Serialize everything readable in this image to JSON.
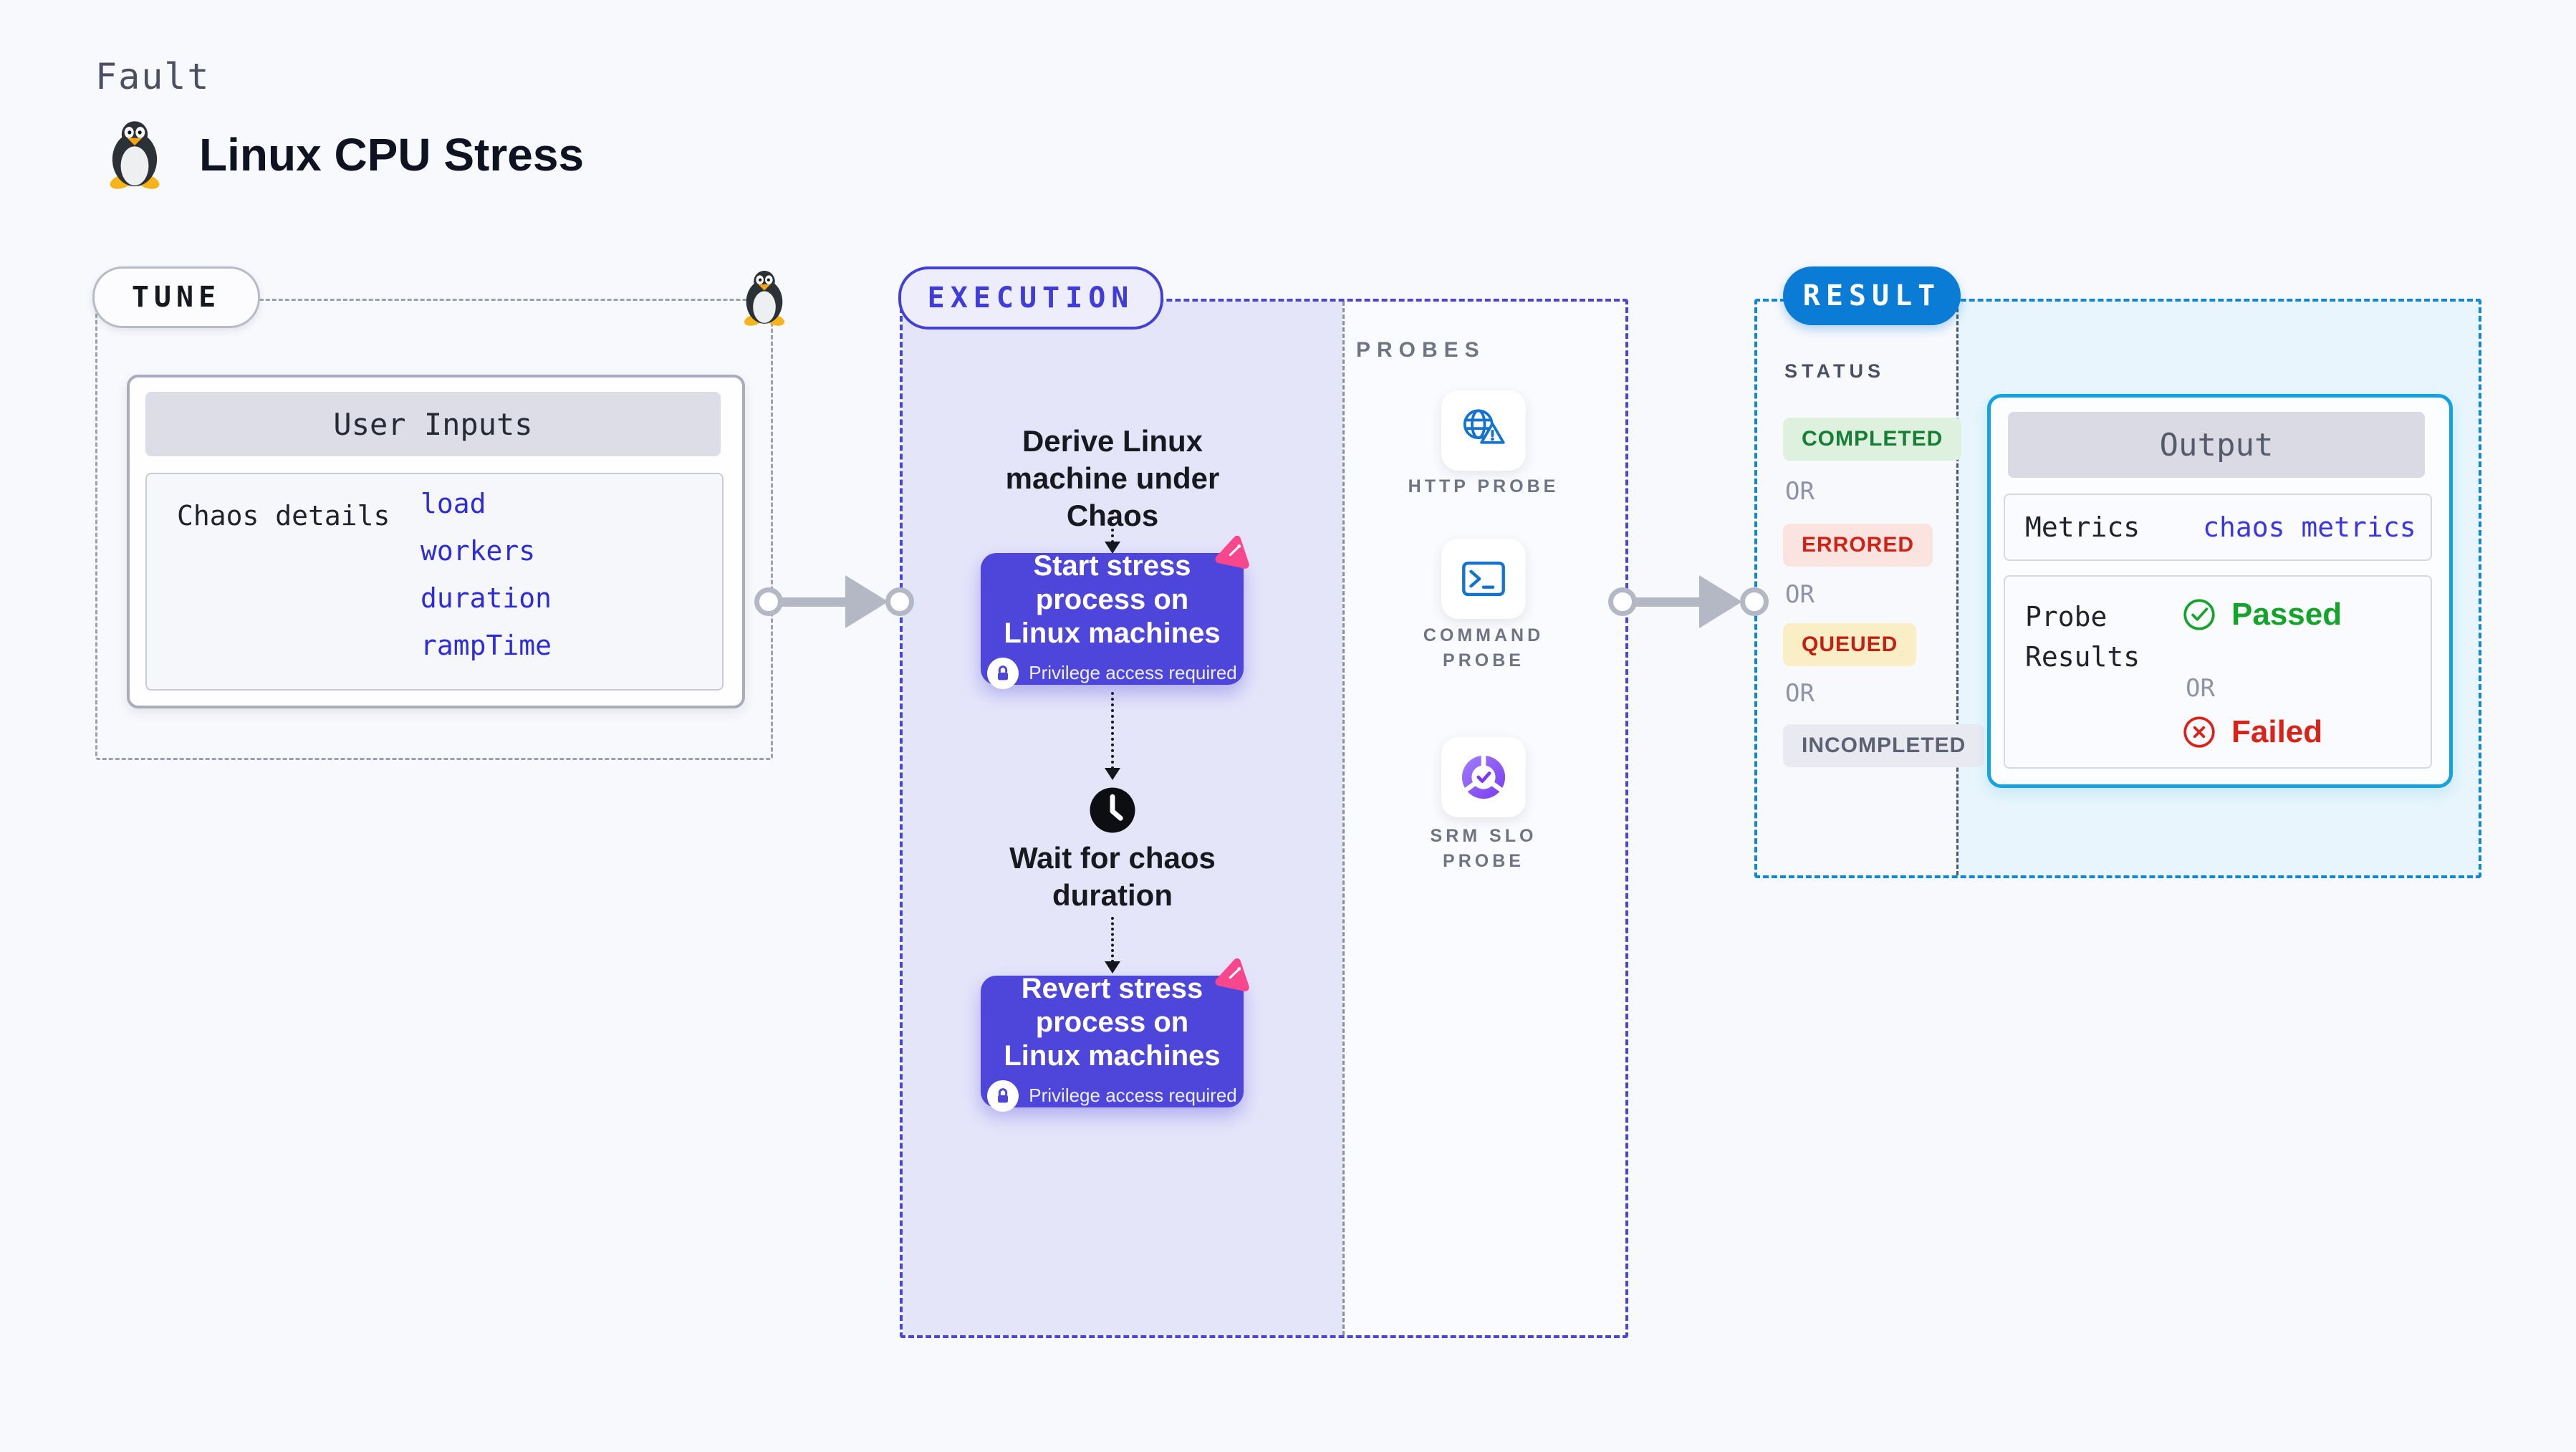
{
  "header": {
    "fault_label": "Fault",
    "title": "Linux CPU Stress"
  },
  "tune": {
    "badge": "TUNE",
    "user_inputs_title": "User Inputs",
    "chaos_details_label": "Chaos details",
    "inputs": [
      "load",
      "workers",
      "duration",
      "rampTime"
    ]
  },
  "execution": {
    "badge": "EXECUTION",
    "derive_label": "Derive Linux machine under Chaos",
    "start": {
      "title": "Start stress process on Linux machines",
      "note": "Privilege access required"
    },
    "wait_label": "Wait for chaos duration",
    "revert": {
      "title": "Revert stress process on Linux machines",
      "note": "Privilege access required"
    }
  },
  "probes": {
    "title": "PROBES",
    "items": [
      {
        "label": "HTTP PROBE",
        "icon": "globe-alert-icon"
      },
      {
        "label": "COMMAND PROBE",
        "icon": "terminal-icon"
      },
      {
        "label": "SRM SLO PROBE",
        "icon": "slo-donut-icon"
      }
    ]
  },
  "result": {
    "badge": "RESULT",
    "status_title": "STATUS",
    "or_label": "OR",
    "statuses": [
      "COMPLETED",
      "ERRORED",
      "QUEUED",
      "INCOMPLETED"
    ],
    "output": {
      "title": "Output",
      "metrics_label": "Metrics",
      "metrics_link": "chaos metrics",
      "probe_results_label": "Probe Results",
      "passed_label": "Passed",
      "failed_label": "Failed"
    }
  },
  "colors": {
    "accent_indigo": "#4742d8",
    "step_purple": "#4e46db",
    "execution_fill": "#e5e5fa",
    "result_blue": "#0b7cd6",
    "result_dashed": "#0f87d9",
    "output_border": "#13a3e0",
    "result_fill": "#e8f5fc",
    "probe_icon_blue": "#1373d0",
    "srm_purple": "#7a3bf0",
    "chaos_pink": "#f8478c",
    "success_green": "#16a32b",
    "error_red": "#d92218",
    "link_blue": "#2e2cd9",
    "completed_bg": "#ddf1de",
    "errored_bg": "#fbe3e0",
    "queued_bg": "#f9eec6",
    "incompleted_bg": "#e9eaf1"
  }
}
